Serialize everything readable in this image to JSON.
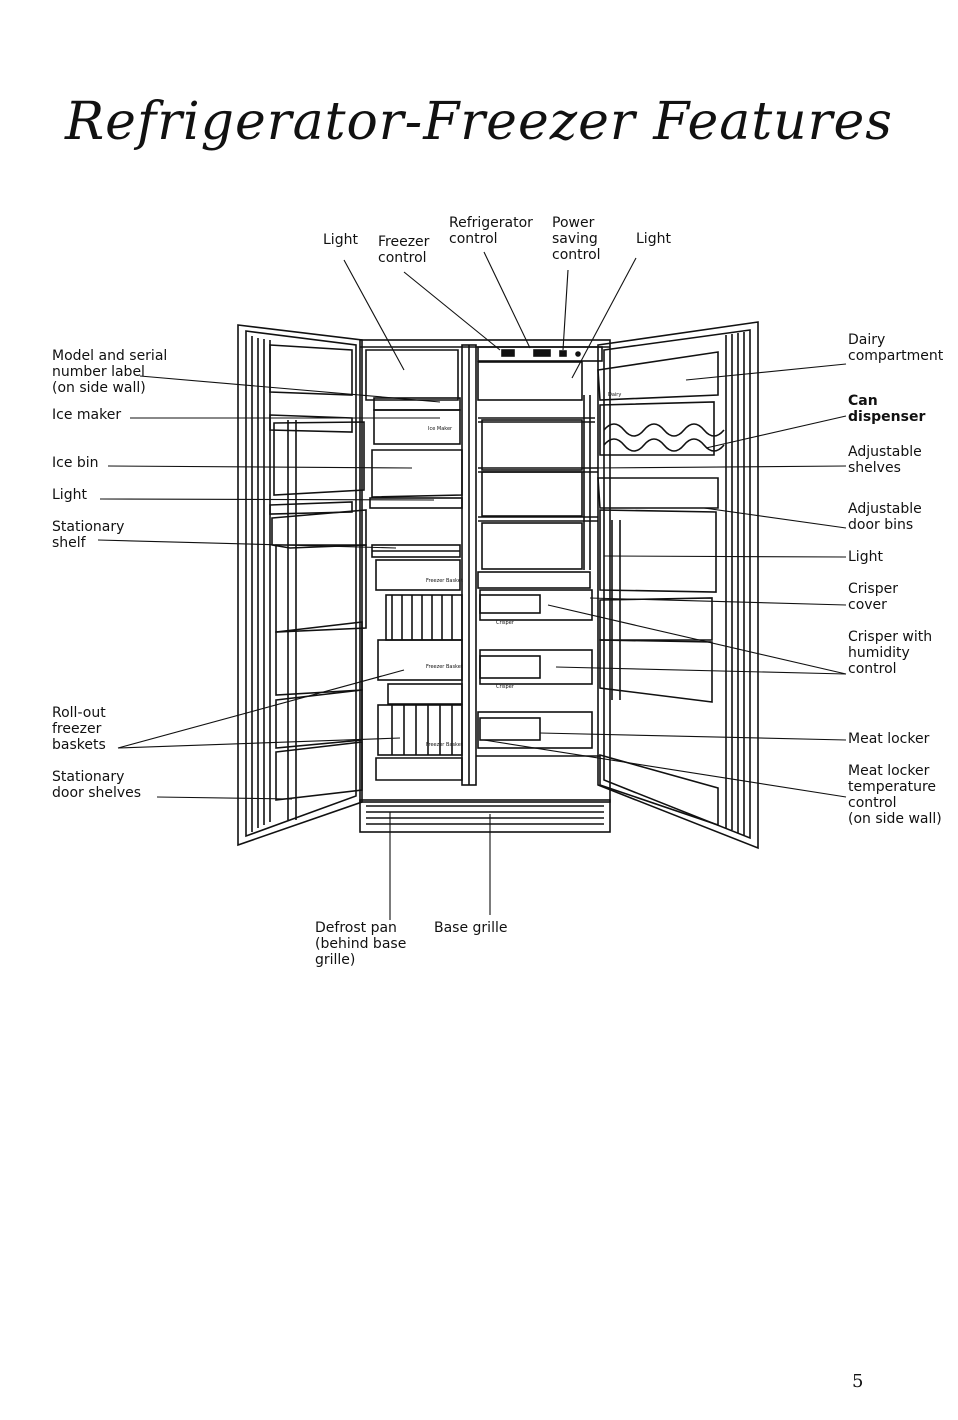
{
  "page": {
    "title": "Refrigerator-Freezer Features",
    "page_number": "5"
  },
  "labels": {
    "light_top_left": "Light",
    "freezer_control": "Freezer\ncontrol",
    "refrigerator_control": "Refrigerator\ncontrol",
    "power_saving_control": "Power\nsaving\ncontrol",
    "light_top_right": "Light",
    "model_serial": "Model and serial\nnumber label\n(on side wall)",
    "ice_maker": "Ice maker",
    "ice_bin": "Ice bin",
    "light_left": "Light",
    "stationary_shelf": "Stationary\nshelf",
    "rollout_baskets": "Roll-out\nfreezer\nbaskets",
    "stationary_door_shelves": "Stationary\ndoor shelves",
    "dairy_compartment": "Dairy\ncompartment",
    "can_dispenser": "Can\ndispenser",
    "adjustable_shelves": "Adjustable\nshelves",
    "adjustable_door_bins": "Adjustable\ndoor bins",
    "light_right": "Light",
    "crisper_cover": "Crisper\ncover",
    "crisper_humidity": "Crisper with\nhumidity\ncontrol",
    "meat_locker": "Meat locker",
    "meat_locker_temp": "Meat locker\ntemperature\ncontrol\n(on side wall)",
    "defrost_pan": "Defrost pan\n(behind base\ngrille)",
    "base_grille": "Base grille"
  },
  "appliance_text": {
    "dairy_tag": "Dairy",
    "ice_maker_tag": "Ice Maker",
    "crisper_tag": "Crisper",
    "freezer_basket_tag": "Freezer Basket"
  }
}
